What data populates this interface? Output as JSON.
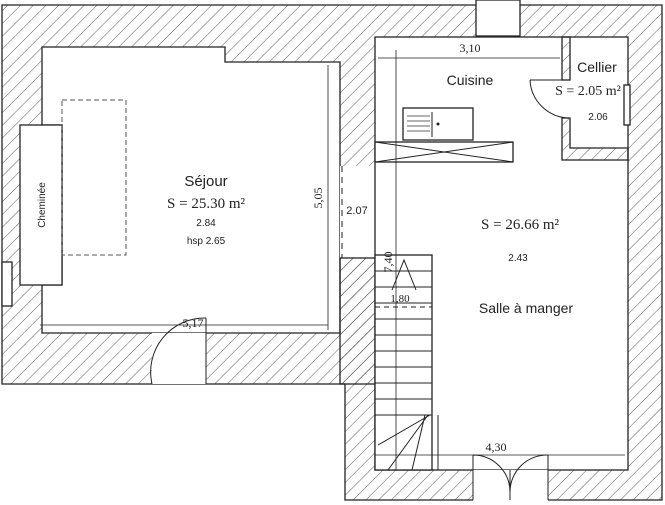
{
  "plan": {
    "rooms": {
      "sejour": {
        "name": "Séjour",
        "area": "S = 25.30 m²",
        "height": "2.84",
        "hsp": "hsp 2.65"
      },
      "cheminee": {
        "name": "Cheminée"
      },
      "cuisine": {
        "name": "Cuisine"
      },
      "cellier": {
        "name": "Cellier",
        "area": "S = 2.05 m²",
        "height": "2.06"
      },
      "salle": {
        "name": "Salle à manger",
        "area": "S = 26.66 m²",
        "height": "2.43"
      },
      "passage": {
        "height": "2.07"
      }
    },
    "dimensions": {
      "cuisine_width": "3,10",
      "sejour_depth": "5,05",
      "sejour_width": "5,17",
      "salle_width": "4,30",
      "total_depth": "7,40",
      "stair_width": "1,80"
    },
    "colors": {
      "ink": "#222222",
      "background": "#ffffff"
    }
  }
}
